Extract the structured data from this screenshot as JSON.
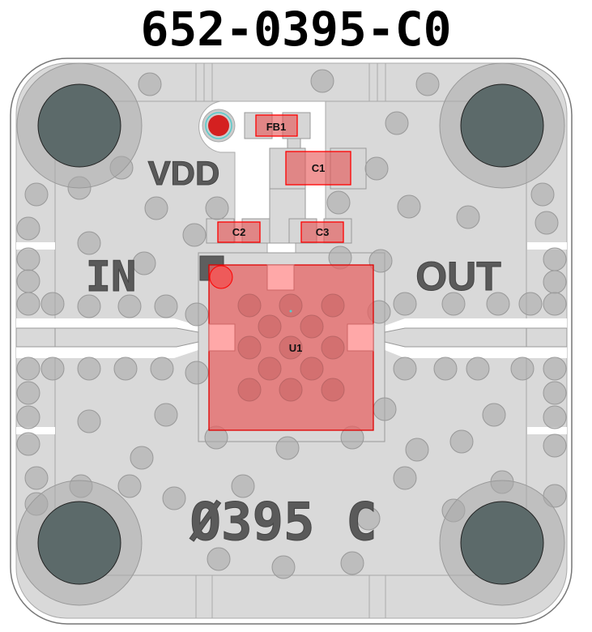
{
  "title": "652-0395-C0",
  "silkscreen": {
    "vdd": "VDD",
    "in": "IN",
    "out": "OUT",
    "part_marking": "Ø395 C"
  },
  "components": {
    "fb1": "FB1",
    "c1": "C1",
    "c2": "C2",
    "c3": "C3",
    "u1": "U1"
  },
  "colors": {
    "copper": "#d9d9d9",
    "via": "#bfbfbf",
    "mounting_hole": "#5c6a6a",
    "component_highlight": "#e06060",
    "outline_red": "#ff0000",
    "silk": "#5a5a5a"
  }
}
